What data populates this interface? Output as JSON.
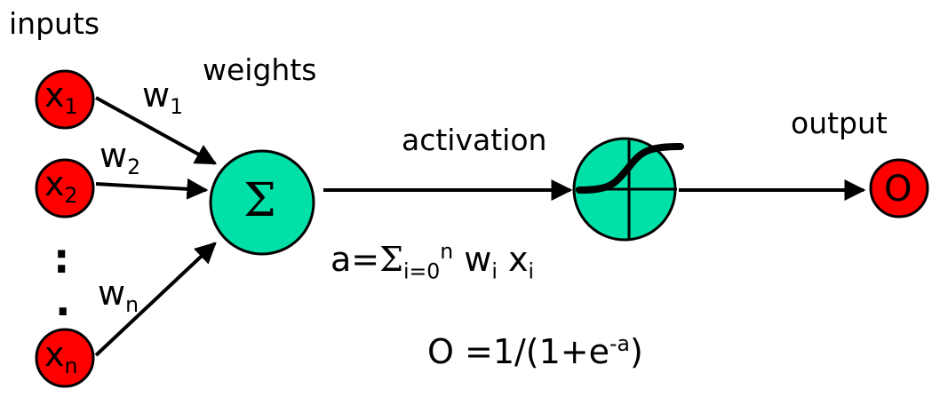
{
  "labels": {
    "inputs": "inputs",
    "weights": "weights",
    "activation": "activation",
    "output": "output"
  },
  "nodes": {
    "x1": {
      "base": "x",
      "sub": "1"
    },
    "x2": {
      "base": "x",
      "sub": "2"
    },
    "xn": {
      "base": "x",
      "sub": "n"
    },
    "sum_symbol": "Σ",
    "output_symbol": "O",
    "ellipsis": ":",
    "ellipsis_dot": "."
  },
  "weights": {
    "w1": {
      "base": "w",
      "sub": "1"
    },
    "w2": {
      "base": "w",
      "sub": "2"
    },
    "wn": {
      "base": "w",
      "sub": "n"
    }
  },
  "formulas": {
    "activation": {
      "lhs": "a=",
      "sigma": "Σ",
      "sigma_sub": "i=0",
      "sigma_sup": "n",
      "w": " w",
      "w_sub": "i",
      "x": " x",
      "x_sub": "i"
    },
    "output": {
      "lhs": "O =1/(1+e",
      "exp": "-a",
      "rhs": ")"
    }
  },
  "colors": {
    "input_node": "#ff0000",
    "sum_node": "#00e0a8",
    "activation_node": "#00e0a8",
    "output_node": "#ff0000",
    "stroke": "#000000"
  },
  "icons": {
    "activation_curve": "sigmoid-curve-icon"
  }
}
